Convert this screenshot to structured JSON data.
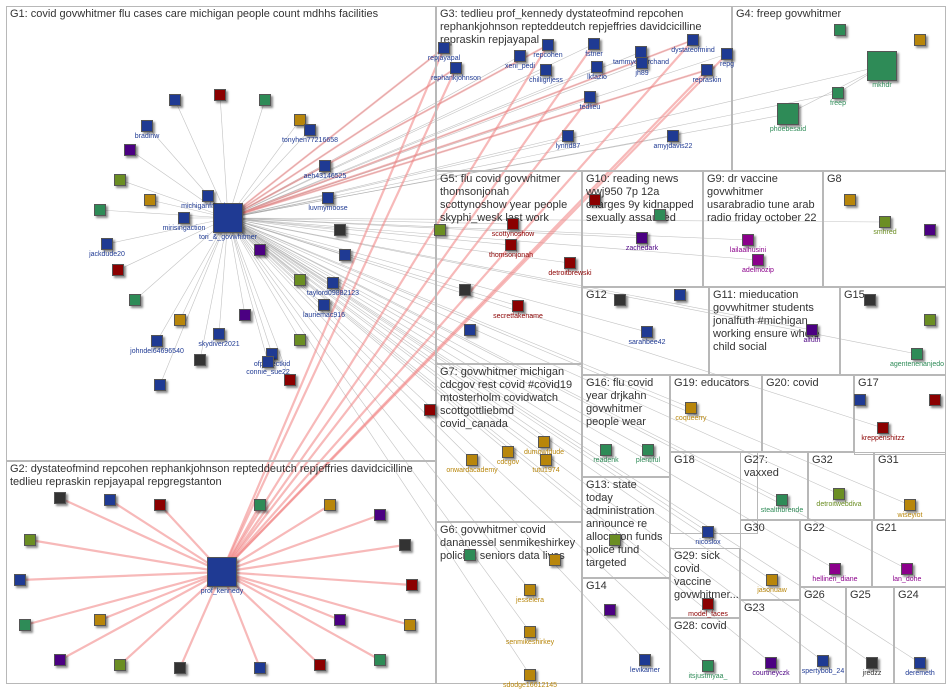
{
  "groups": [
    {
      "id": "G1",
      "title": "G1: covid govwhitmer flu cases care michigan people count mdhhs facilities",
      "color": "#1f3a93"
    },
    {
      "id": "G2",
      "title": "G2: dystateofmind repcohen rephankjohnson repteddeutch repjeffries davidcicilline tedlieu repraskin repjayapal repgregstanton",
      "color": "#1f3a93"
    },
    {
      "id": "G3",
      "title": "G3: tedlieu prof_kennedy dystateofmind repcohen rephankjohnson repteddeutch repjeffries davidcicilline repraskin repjayapal",
      "color": "#1f3a93"
    },
    {
      "id": "G4",
      "title": "G4: freep govwhitmer",
      "color": "#2e8b57"
    },
    {
      "id": "G5",
      "title": "G5: flu covid govwhitmer thomsonjonah scottynoshow year people skyphi_wesk last work",
      "color": "#8b0000"
    },
    {
      "id": "G6",
      "title": "G6: govwhitmer covid dananessel senmikeshirkey policies seniors data lives",
      "color": "#b8860b"
    },
    {
      "id": "G7",
      "title": "G7: govwhitmer michigan cdcgov rest covid #covid19 mtosterholm covidwatch scottgottliebmd covid_canada",
      "color": "#b8860b"
    },
    {
      "id": "G8",
      "title": "G8",
      "color": "#6b8e23"
    },
    {
      "id": "G9",
      "title": "G9: dr vaccine govwhitmer usarabradio tune arab radio friday october 22",
      "color": "#8b008b"
    },
    {
      "id": "G10",
      "title": "G10: reading news wwj950 7p 12a charges 9y kidnapped sexually assaulted",
      "color": "#4b0082"
    },
    {
      "id": "G11",
      "title": "G11: mieducation govwhitmer students jonalfuth #michigan working ensure whole child social",
      "color": "#4b0082"
    },
    {
      "id": "G12",
      "title": "G12",
      "color": "#1f3a93"
    },
    {
      "id": "G13",
      "title": "G13: state today administration announce re allocation funds police fund targeted",
      "color": "#8b4513"
    },
    {
      "id": "G14",
      "title": "G14",
      "color": "#1f3a93"
    },
    {
      "id": "G15",
      "title": "G15",
      "color": "#2e8b57"
    },
    {
      "id": "G16",
      "title": "G16: flu covid year drjkahn govwhitmer people wear",
      "color": "#2e8b57"
    },
    {
      "id": "G17",
      "title": "G17",
      "color": "#8b0000"
    },
    {
      "id": "G18",
      "title": "G18",
      "color": "#1f3a93"
    },
    {
      "id": "G19",
      "title": "G19: educators",
      "color": "#b8860b"
    },
    {
      "id": "G20",
      "title": "G20: covid",
      "color": "#1f3a93"
    },
    {
      "id": "G21",
      "title": "G21",
      "color": "#8b008b"
    },
    {
      "id": "G22",
      "title": "G22",
      "color": "#8b008b"
    },
    {
      "id": "G23",
      "title": "G23",
      "color": "#4b0082"
    },
    {
      "id": "G24",
      "title": "G24",
      "color": "#1f3a93"
    },
    {
      "id": "G25",
      "title": "G25",
      "color": "#333333"
    },
    {
      "id": "G26",
      "title": "G26",
      "color": "#1f3a93"
    },
    {
      "id": "G27",
      "title": "G27: vaxxed",
      "color": "#2e8b57"
    },
    {
      "id": "G28",
      "title": "G28: covid",
      "color": "#2e8b57"
    },
    {
      "id": "G29",
      "title": "G29: sick covid vaccine govwhitmer...",
      "color": "#8b0000"
    },
    {
      "id": "G30",
      "title": "G30",
      "color": "#b8860b"
    },
    {
      "id": "G31",
      "title": "G31",
      "color": "#b8860b"
    },
    {
      "id": "G32",
      "title": "G32",
      "color": "#6b8e23"
    }
  ],
  "nodes": [
    {
      "id": "govwhitmer",
      "label": "tori_&_govwhitmer",
      "group": "G1",
      "color": "#1f3a93",
      "size": "huge"
    },
    {
      "id": "bradinw",
      "label": "bradinw",
      "group": "G1",
      "color": "#1f3a93"
    },
    {
      "id": "tonyhen",
      "label": "tonyhen77216658",
      "group": "G1",
      "color": "#1f3a93"
    },
    {
      "id": "aeh",
      "label": "aeh43146525",
      "group": "G1",
      "color": "#1f3a93"
    },
    {
      "id": "michiganfreedom",
      "label": "michiganfreedom",
      "group": "G1",
      "color": "#1f3a93"
    },
    {
      "id": "luvmymoose",
      "label": "luvmymoose",
      "group": "G1",
      "color": "#1f3a93"
    },
    {
      "id": "mirisingaction",
      "label": "mirisingaction",
      "group": "G1",
      "color": "#1f3a93"
    },
    {
      "id": "jackdude",
      "label": "jackdude20",
      "group": "G1",
      "color": "#1f3a93"
    },
    {
      "id": "taylord",
      "label": "taylord09882123",
      "group": "G1",
      "color": "#1f3a93"
    },
    {
      "id": "lauriemac",
      "label": "lauriemac916",
      "group": "G1",
      "color": "#1f3a93"
    },
    {
      "id": "skydiver",
      "label": "skydiver2021",
      "group": "G1",
      "color": "#1f3a93"
    },
    {
      "id": "johndel",
      "label": "johndel64696540",
      "group": "G1",
      "color": "#1f3a93"
    },
    {
      "id": "perfectkid",
      "label": "ofperfectkid",
      "group": "G1",
      "color": "#1f3a93"
    },
    {
      "id": "connie",
      "label": "connie_sue22",
      "group": "G1",
      "color": "#1f3a93"
    },
    {
      "id": "prof_kennedy",
      "label": "prof_kennedy",
      "group": "G2",
      "color": "#1f3a93",
      "size": "huge"
    },
    {
      "id": "repjayapal",
      "label": "repjayapal",
      "group": "G3",
      "color": "#1f3a93"
    },
    {
      "id": "rephankjohnson",
      "label": "rephankjohnson",
      "group": "G3",
      "color": "#1f3a93"
    },
    {
      "id": "repcohen",
      "label": "repcohen",
      "group": "G3",
      "color": "#1f3a93"
    },
    {
      "id": "xeni",
      "label": "xeni_pedi",
      "group": "G3",
      "color": "#1f3a93"
    },
    {
      "id": "chilligrl",
      "label": "chilligrljess",
      "group": "G3",
      "color": "#1f3a93"
    },
    {
      "id": "fstner",
      "label": "fstner",
      "group": "G3",
      "color": "#1f3a93"
    },
    {
      "id": "lkfazio",
      "label": "lkfazio",
      "group": "G3",
      "color": "#1f3a93"
    },
    {
      "id": "tammy",
      "label": "tammyemarchand",
      "group": "G3",
      "color": "#1f3a93"
    },
    {
      "id": "jh89",
      "label": "jh89",
      "group": "G3",
      "color": "#1f3a93"
    },
    {
      "id": "dystateofmind",
      "label": "dystateofmind",
      "group": "G3",
      "color": "#1f3a93"
    },
    {
      "id": "repg",
      "label": "repg",
      "group": "G3",
      "color": "#1f3a93"
    },
    {
      "id": "repraskin",
      "label": "repraskin",
      "group": "G3",
      "color": "#1f3a93"
    },
    {
      "id": "tedlieu",
      "label": "tedlieu",
      "group": "G3",
      "color": "#1f3a93"
    },
    {
      "id": "lynnd87",
      "label": "lynnd87",
      "group": "G3",
      "color": "#1f3a93"
    },
    {
      "id": "amyjdavis",
      "label": "amyjdavis22",
      "group": "G3",
      "color": "#1f3a93"
    },
    {
      "id": "mkhdr",
      "label": "mkhdr",
      "group": "G4",
      "color": "#2e8b57",
      "size": "huge"
    },
    {
      "id": "freep",
      "label": "freep",
      "group": "G4",
      "color": "#2e8b57"
    },
    {
      "id": "phoebesaid",
      "label": "phoebesaid",
      "group": "G4",
      "color": "#2e8b57",
      "size": "big"
    },
    {
      "id": "scottynoshow",
      "label": "scottynoshow",
      "group": "G5",
      "color": "#8b0000"
    },
    {
      "id": "thomsonjonah",
      "label": "thomsonjonah",
      "group": "G5",
      "color": "#8b0000"
    },
    {
      "id": "detroitbrewski",
      "label": "detroitbrewski",
      "group": "G5",
      "color": "#8b0000"
    },
    {
      "id": "secretfakename",
      "label": "secretfakename",
      "group": "G5",
      "color": "#8b0000"
    },
    {
      "id": "zachedark",
      "label": "zachedark",
      "group": "G10",
      "color": "#4b0082"
    },
    {
      "id": "lailaalhusini",
      "label": "lailaalhusini",
      "group": "G9",
      "color": "#8b008b"
    },
    {
      "id": "adelmozip",
      "label": "adelmozip",
      "group": "G9",
      "color": "#8b008b"
    },
    {
      "id": "smhred",
      "label": "smhred",
      "group": "G8",
      "color": "#6b8e23"
    },
    {
      "id": "sarahbee42",
      "label": "sarahbee42",
      "group": "G12",
      "color": "#1f3a93"
    },
    {
      "id": "alfuth",
      "label": "alfuth",
      "group": "G11",
      "color": "#4b0082"
    },
    {
      "id": "agentenenanjedo",
      "label": "agentenenanjedo",
      "group": "G15",
      "color": "#2e8b57"
    },
    {
      "id": "onwardacademy",
      "label": "onwardacademy",
      "group": "G7",
      "color": "#b8860b"
    },
    {
      "id": "cdcgov",
      "label": "cdcgov",
      "group": "G7",
      "color": "#b8860b"
    },
    {
      "id": "dumowfdude",
      "label": "dumowfdude",
      "group": "G7",
      "color": "#b8860b"
    },
    {
      "id": "tutu1974",
      "label": "tutu1974",
      "group": "G7",
      "color": "#b8860b"
    },
    {
      "id": "readenk",
      "label": "readenk",
      "group": "G16",
      "color": "#2e8b57"
    },
    {
      "id": "plentiful",
      "label": "plentiful",
      "group": "G16",
      "color": "#2e8b57"
    },
    {
      "id": "coqueerry",
      "label": "coqueerry",
      "group": "G19",
      "color": "#b8860b"
    },
    {
      "id": "kreppenshitzz",
      "label": "kreppenshitzz",
      "group": "G17",
      "color": "#8b0000"
    },
    {
      "id": "nicoslox",
      "label": "nicoslox",
      "group": "G18",
      "color": "#1f3a93"
    },
    {
      "id": "stealthbrende",
      "label": "stealthbrende",
      "group": "G27",
      "color": "#2e8b57"
    },
    {
      "id": "detroitwebdiva",
      "label": "detroitwebdiva",
      "group": "G32",
      "color": "#6b8e23"
    },
    {
      "id": "wiseyiot",
      "label": "wiseyiot",
      "group": "G31",
      "color": "#b8860b"
    },
    {
      "id": "jesselera",
      "label": "jesselera",
      "group": "G6",
      "color": "#b8860b"
    },
    {
      "id": "senmikeshirkey",
      "label": "senmikeshirkey",
      "group": "G6",
      "color": "#b8860b"
    },
    {
      "id": "sdodge",
      "label": "sdodge16612145",
      "group": "G6",
      "color": "#b8860b"
    },
    {
      "id": "levikamer",
      "label": "levikamer",
      "group": "G14",
      "color": "#1f3a93"
    },
    {
      "id": "model_faces",
      "label": "model_faces",
      "group": "G29",
      "color": "#8b0000"
    },
    {
      "id": "itsjustmyaa",
      "label": "itsjustmyaa_",
      "group": "G28",
      "color": "#2e8b57"
    },
    {
      "id": "jasonuaw",
      "label": "jasonuaw",
      "group": "G30",
      "color": "#b8860b"
    },
    {
      "id": "hellinen_diane",
      "label": "hellinen_diane",
      "group": "G22",
      "color": "#8b008b"
    },
    {
      "id": "lan_dohe",
      "label": "lan_dohe",
      "group": "G21",
      "color": "#8b008b"
    },
    {
      "id": "courtneyczk",
      "label": "courtneyczk",
      "group": "G23",
      "color": "#4b0082"
    },
    {
      "id": "spertybob",
      "label": "spertybob_24",
      "group": "G26",
      "color": "#1f3a93"
    },
    {
      "id": "jredzz",
      "label": "jredzz",
      "group": "G25",
      "color": "#333333"
    },
    {
      "id": "deremeth",
      "label": "deremeth",
      "group": "G24",
      "color": "#1f3a93"
    }
  ],
  "unlabeled_nodes": 60
}
